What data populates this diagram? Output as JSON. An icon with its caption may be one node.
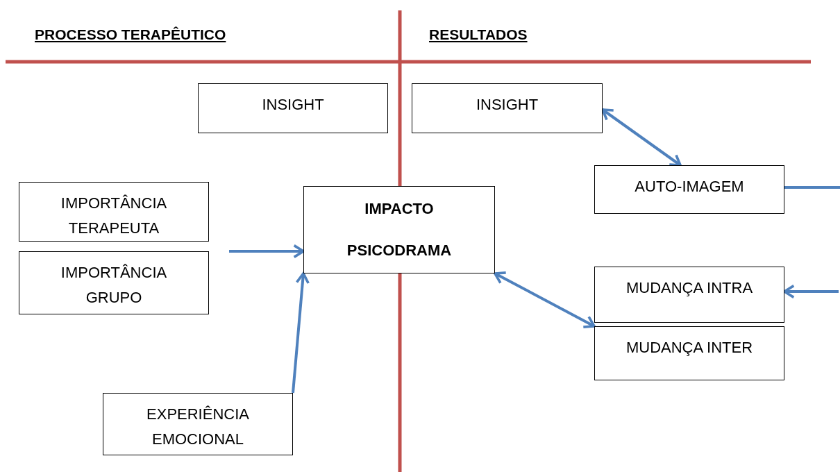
{
  "diagram": {
    "nodes": [
      {
        "text": [
          "INSIGHT"
        ]
      },
      {
        "text": [
          "INSIGHT"
        ]
      },
      {
        "text": [
          "IMPORTÂNCIA TERAPEUTA"
        ]
      },
      {
        "text": [
          "IMPORTÂNCIA GRUPO"
        ]
      },
      {
        "text": [
          "IMPACTO",
          "PSICODRAMA"
        ]
      },
      {
        "text": [
          "AUTO-IMAGEM"
        ]
      },
      {
        "text": [
          "MUDANÇA INTRA"
        ]
      },
      {
        "text": [
          "MUDANÇA INTER"
        ]
      },
      {
        "text": [
          "EXPERIÊNCIA EMOCIONAL"
        ]
      }
    ],
    "edges": [
      {
        "from": null,
        "to": 4,
        "arrow": "to"
      },
      {
        "from": 8,
        "to": 4,
        "arrow": "to"
      },
      {
        "from": 1,
        "to": 5,
        "arrow": "both"
      },
      {
        "from": 4,
        "to": 7,
        "arrow": "both"
      },
      {
        "from": 5,
        "to": null,
        "arrow": "none"
      },
      {
        "from": null,
        "to": 6,
        "arrow": "to"
      }
    ],
    "labels": [
      "PROCESSO TERAPÊUTICO",
      "RESULTADOS"
    ]
  }
}
